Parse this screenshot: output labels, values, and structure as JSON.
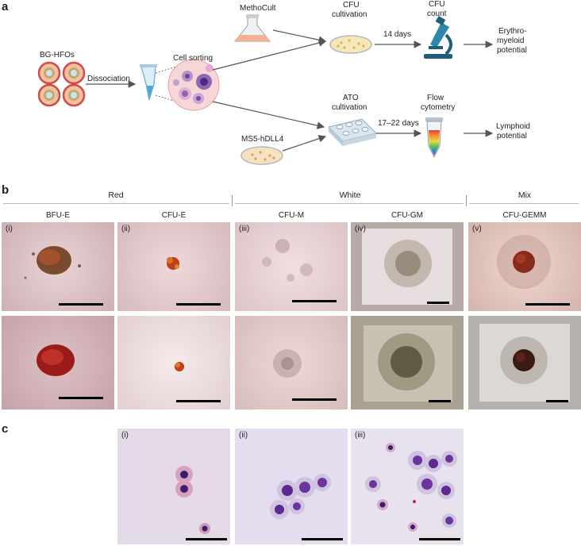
{
  "panel_letters": {
    "a": "a",
    "b": "b",
    "c": "c"
  },
  "panel_a": {
    "bg_hfos": "BG-HFOs",
    "dissociation": "Dissociation",
    "cell_sorting": "Cell sorting",
    "methocult": "MethoCult",
    "cfu_cultivation_1": "CFU",
    "cfu_cultivation_2": "cultivation",
    "days_14": "14 days",
    "cfu_count_1": "CFU",
    "cfu_count_2": "count",
    "erythro_1": "Erythro-",
    "erythro_2": "myeloid",
    "erythro_3": "potential",
    "ato_1": "ATO",
    "ato_2": "cultivation",
    "flow_1": "Flow",
    "flow_2": "cytometry",
    "days_17_22": "17–22 days",
    "ms5": "MS5-hDLL4",
    "lymphoid_1": "Lymphoid",
    "lymphoid_2": "potential"
  },
  "panel_b": {
    "groups": {
      "red": "Red",
      "white": "White",
      "mix": "Mix"
    },
    "columns": {
      "bfu_e": "BFU-E",
      "cfu_e": "CFU-E",
      "cfu_m": "CFU-M",
      "cfu_gm": "CFU-GM",
      "cfu_gemm": "CFU-GEMM"
    },
    "tile_labels": {
      "i": "(i)",
      "ii": "(ii)",
      "iii": "(iii)",
      "iv": "(iv)",
      "v": "(v)"
    }
  },
  "panel_c": {
    "tile_labels": {
      "i": "(i)",
      "ii": "(ii)",
      "iii": "(iii)"
    }
  },
  "colors": {
    "arrow": "#555555",
    "tile_pink": "#e8cdd0",
    "colony_red": "#8b1e1e",
    "stain_purple": "#5b2a8f",
    "cell_bg": "#e6dcef"
  }
}
